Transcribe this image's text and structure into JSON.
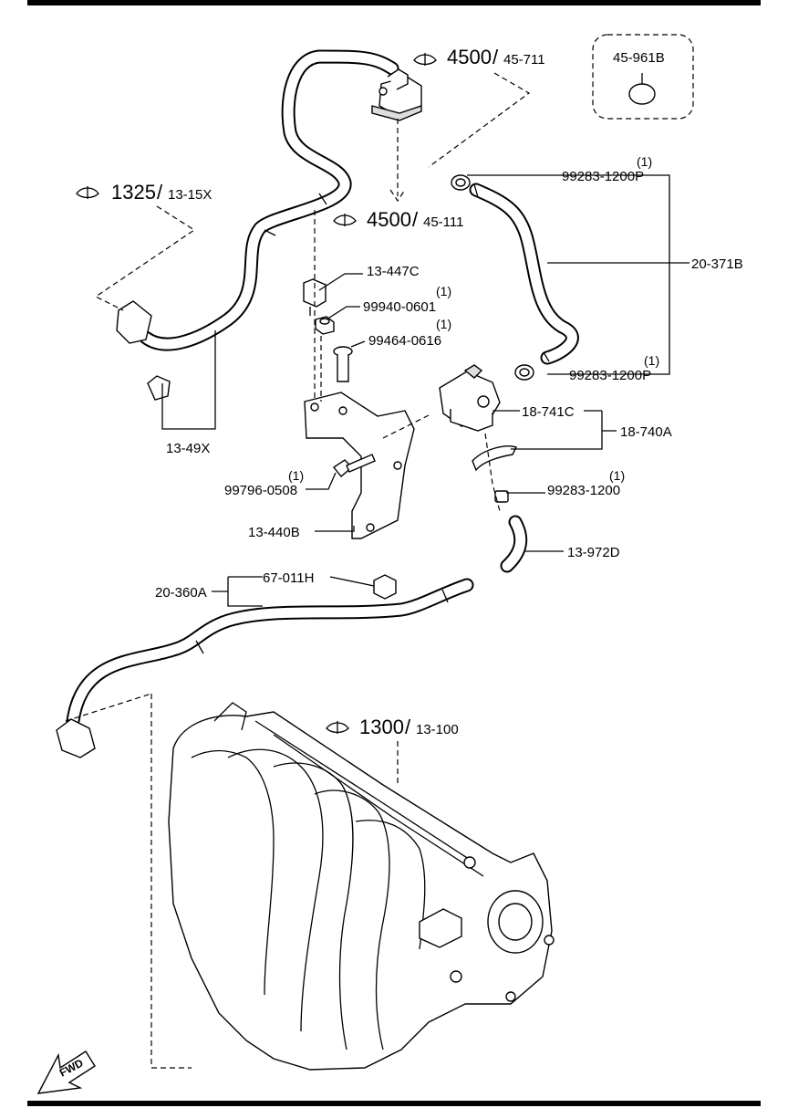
{
  "labels": {
    "ref_4500_top": {
      "num": "4500",
      "sub": "45-711"
    },
    "ref_4500_mid": {
      "num": "4500",
      "sub": "45-111"
    },
    "ref_1325": {
      "num": "1325",
      "sub": "13-15X"
    },
    "ref_1300": {
      "num": "1300",
      "sub": "13-100"
    },
    "p_45_961B": "45-961B",
    "p_99283_1200P_a": "99283-1200P",
    "p_99283_1200P_a_qty": "(1)",
    "p_20_371B": "20-371B",
    "p_13_447C": "13-447C",
    "p_99940_0601": "99940-0601",
    "p_99940_0601_qty": "(1)",
    "p_99464_0616": "99464-0616",
    "p_99464_0616_qty": "(1)",
    "p_99283_1200P_b": "99283-1200P",
    "p_99283_1200P_b_qty": "(1)",
    "p_18_741C": "18-741C",
    "p_18_740A": "18-740A",
    "p_13_49X": "13-49X",
    "p_99796_0508": "99796-0508",
    "p_99796_0508_qty": "(1)",
    "p_99283_1200": "99283-1200",
    "p_99283_1200_qty": "(1)",
    "p_13_440B": "13-440B",
    "p_13_972D": "13-972D",
    "p_67_011H": "67-011H",
    "p_20_360A": "20-360A",
    "fwd": "FWD"
  }
}
